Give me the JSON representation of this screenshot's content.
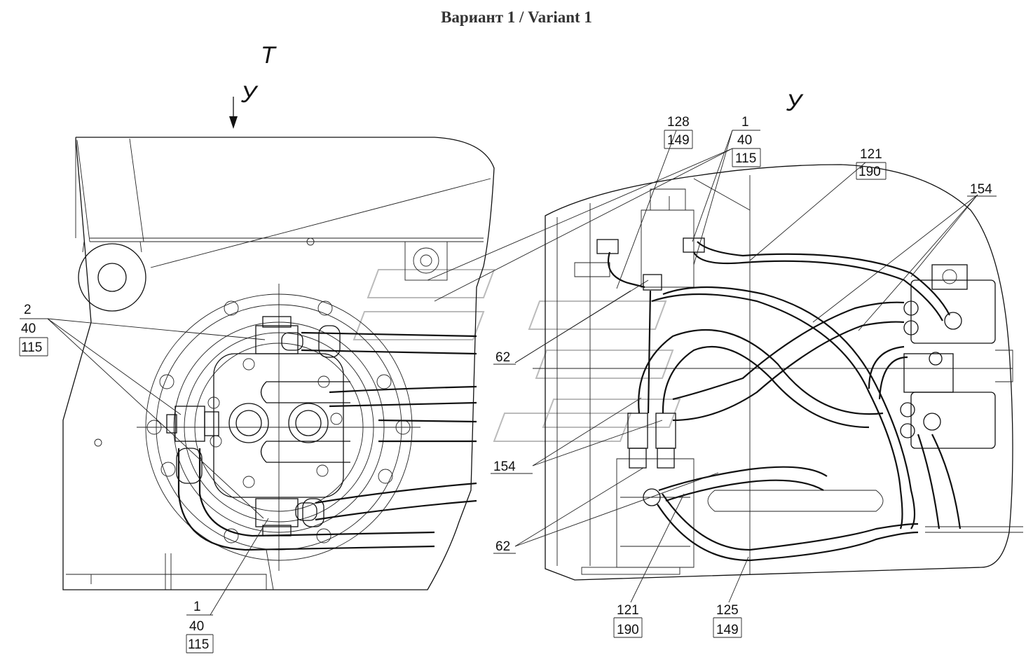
{
  "title": "Вариант 1 / Variant 1",
  "view_labels": {
    "section_mark": "T",
    "view_arrow": "У",
    "view_name": "У"
  },
  "callouts": {
    "left_2": [
      "2",
      "40",
      "115"
    ],
    "left_1": [
      "1",
      "40",
      "115"
    ],
    "right_128": [
      "128",
      "149"
    ],
    "right_1": [
      "1",
      "40",
      "115"
    ],
    "right_121_top": [
      "121",
      "190"
    ],
    "right_154_top": "154",
    "right_62_upper": "62",
    "right_154_mid": "154",
    "right_62_lower": "62",
    "right_121_bottom": [
      "121",
      "190"
    ],
    "right_125": [
      "125",
      "149"
    ]
  }
}
